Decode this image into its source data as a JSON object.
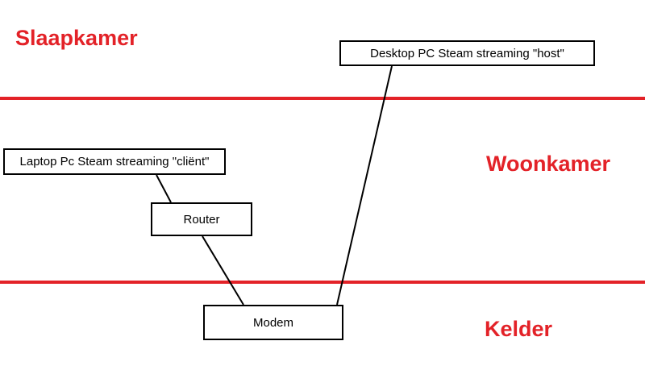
{
  "rooms": {
    "slaapkamer": "Slaapkamer",
    "woonkamer": "Woonkamer",
    "kelder": "Kelder"
  },
  "nodes": {
    "desktop": "Desktop PC Steam streaming \"host\"",
    "laptop": "Laptop Pc Steam streaming \"cliënt\"",
    "router": "Router",
    "modem": "Modem"
  },
  "colors": {
    "floor_divider": "#e32228",
    "room_label": "#e32228",
    "box_border": "#000000"
  }
}
